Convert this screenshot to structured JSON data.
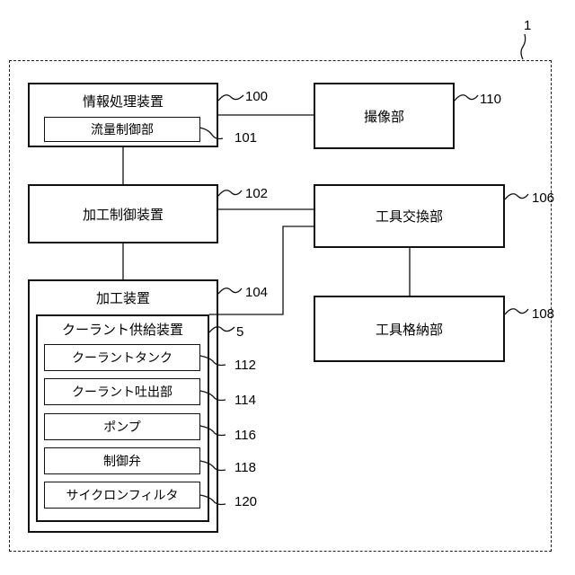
{
  "system_ref": "1",
  "nodes": {
    "info_processing": {
      "label": "情報処理装置",
      "ref": "100"
    },
    "flow_control": {
      "label": "流量制御部",
      "ref": "101"
    },
    "imaging": {
      "label": "撮像部",
      "ref": "110"
    },
    "machining_control": {
      "label": "加工制御装置",
      "ref": "102"
    },
    "tool_exchange": {
      "label": "工具交換部",
      "ref": "106"
    },
    "machining_device": {
      "label": "加工装置",
      "ref": "104"
    },
    "tool_storage": {
      "label": "工具格納部",
      "ref": "108"
    },
    "coolant_supply": {
      "label": "クーラント供給装置",
      "ref": "5"
    },
    "coolant_tank": {
      "label": "クーラントタンク",
      "ref": "112"
    },
    "coolant_discharge": {
      "label": "クーラント吐出部",
      "ref": "114"
    },
    "pump": {
      "label": "ポンプ",
      "ref": "116"
    },
    "control_valve": {
      "label": "制御弁",
      "ref": "118"
    },
    "cyclone_filter": {
      "label": "サイクロンフィルタ",
      "ref": "120"
    }
  }
}
